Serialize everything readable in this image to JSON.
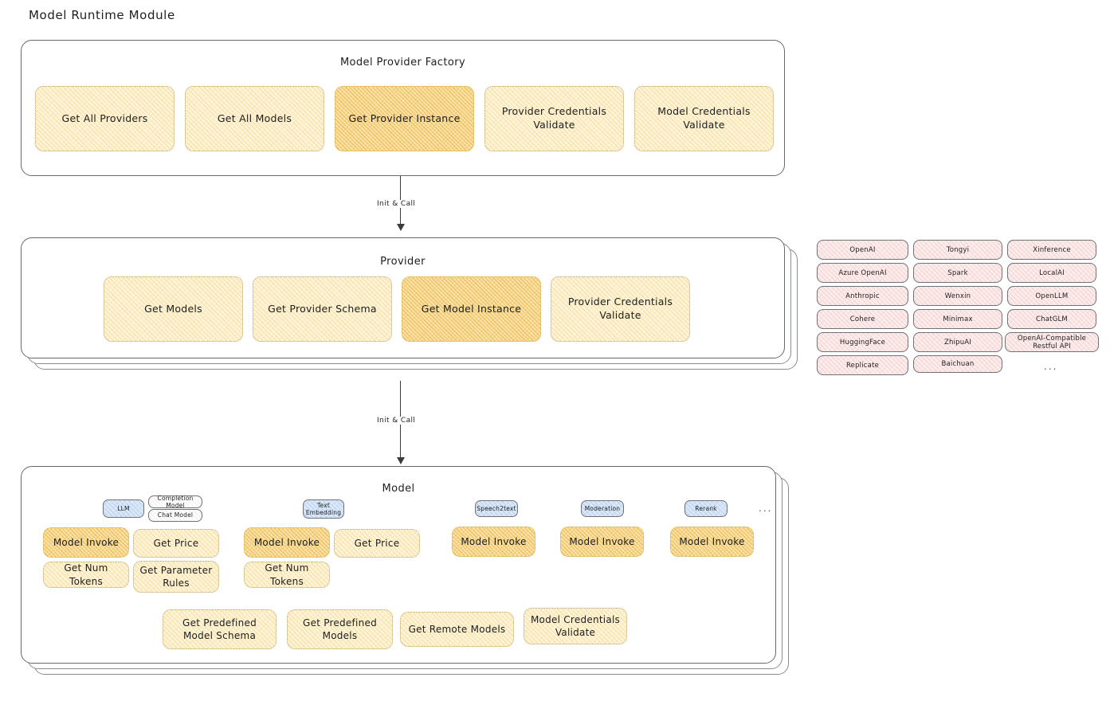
{
  "page": {
    "title": "Model Runtime Module"
  },
  "factory": {
    "title": "Model Provider Factory",
    "nodes": [
      {
        "label": "Get All Providers",
        "highlight": false
      },
      {
        "label": "Get All Models",
        "highlight": false
      },
      {
        "label": "Get Provider Instance",
        "highlight": true
      },
      {
        "label": "Provider Credentials Validate",
        "highlight": false
      },
      {
        "label": "Model Credentials Validate",
        "highlight": false
      }
    ]
  },
  "arrows": [
    {
      "label": "Init & Call"
    },
    {
      "label": "Init & Call"
    }
  ],
  "provider": {
    "title": "Provider",
    "nodes": [
      {
        "label": "Get Models",
        "highlight": false
      },
      {
        "label": "Get Provider Schema",
        "highlight": false
      },
      {
        "label": "Get Model Instance",
        "highlight": true
      },
      {
        "label": "Provider Credentials Validate",
        "highlight": false
      }
    ]
  },
  "provider_list": {
    "columns": [
      [
        "OpenAI",
        "Azure OpenAI",
        "Anthropic",
        "Cohere",
        "HuggingFace",
        "Replicate"
      ],
      [
        "Tongyi",
        "Spark",
        "Wenxin",
        "Minimax",
        "ZhipuAI",
        "Baichuan"
      ],
      [
        "Xinference",
        "LocalAI",
        "OpenLLM",
        "ChatGLM",
        "OpenAI-Compatible Restful API"
      ]
    ],
    "more": "..."
  },
  "model": {
    "title": "Model",
    "more": "...",
    "types": [
      {
        "badge": "LLM",
        "badge_style": "blue",
        "sub_badges": [
          "Completion Model",
          "Chat Model"
        ],
        "nodes": [
          {
            "label": "Model Invoke",
            "highlight": true
          },
          {
            "label": "Get Price",
            "highlight": false
          },
          {
            "label": "Get Num Tokens",
            "highlight": false
          },
          {
            "label": "Get Parameter Rules",
            "highlight": false
          }
        ]
      },
      {
        "badge": "Text Embedding",
        "badge_style": "blue",
        "sub_badges": [],
        "nodes": [
          {
            "label": "Model Invoke",
            "highlight": true
          },
          {
            "label": "Get Price",
            "highlight": false
          },
          {
            "label": "Get Num Tokens",
            "highlight": false
          }
        ]
      },
      {
        "badge": "Speech2text",
        "badge_style": "blue",
        "sub_badges": [],
        "nodes": [
          {
            "label": "Model Invoke",
            "highlight": true
          }
        ]
      },
      {
        "badge": "Moderation",
        "badge_style": "blue",
        "sub_badges": [],
        "nodes": [
          {
            "label": "Model Invoke",
            "highlight": true
          }
        ]
      },
      {
        "badge": "Rerank",
        "badge_style": "blue",
        "sub_badges": [],
        "nodes": [
          {
            "label": "Model Invoke",
            "highlight": true
          }
        ]
      }
    ],
    "common_nodes": [
      {
        "label": "Get Predefined Model Schema"
      },
      {
        "label": "Get Predefined Models"
      },
      {
        "label": "Get Remote Models"
      },
      {
        "label": "Model Credentials Validate"
      }
    ]
  },
  "colors": {
    "node_fill": "#fdf4da",
    "node_highlight_fill": "#fbe4ac",
    "pill_fill": "#fdeeee",
    "badge_blue_fill": "#dce9f9",
    "stroke": "#666a6e",
    "text": "#1e1e1e"
  }
}
